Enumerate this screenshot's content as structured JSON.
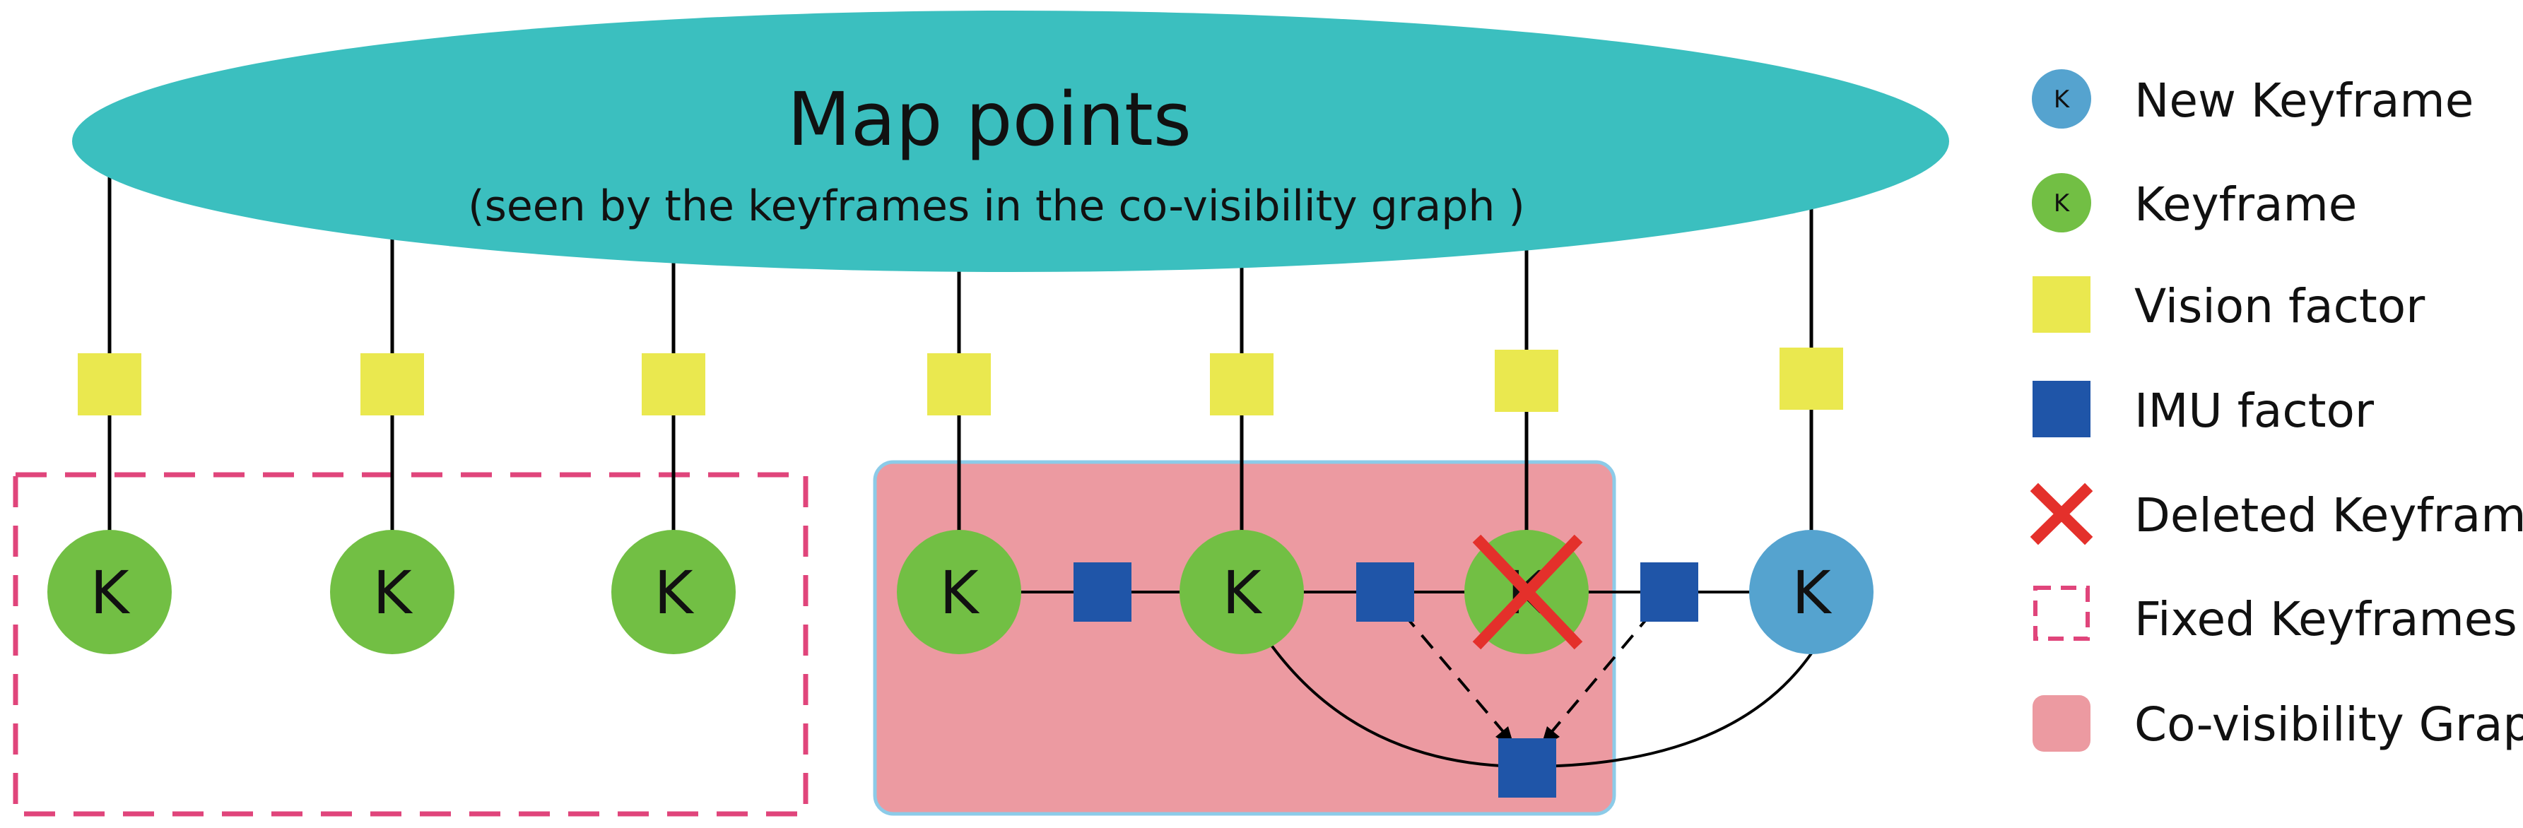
{
  "map_points": {
    "title": "Map points",
    "subtitle": "(seen by the keyframes in the co-visibility graph )",
    "color": "#3BBFBF"
  },
  "keyframes": [
    {
      "label": "K",
      "type": "keyframe",
      "fixed": true
    },
    {
      "label": "K",
      "type": "keyframe",
      "fixed": true
    },
    {
      "label": "K",
      "type": "keyframe",
      "fixed": true
    },
    {
      "label": "K",
      "type": "keyframe",
      "fixed": false
    },
    {
      "label": "K",
      "type": "keyframe",
      "fixed": false
    },
    {
      "label": "K",
      "type": "deleted",
      "fixed": false
    },
    {
      "label": "K",
      "type": "new",
      "fixed": false
    }
  ],
  "colors": {
    "new_keyframe": "#55A3CF",
    "keyframe": "#72BF44",
    "vision_factor": "#EAE84F",
    "imu_factor": "#1F55A8",
    "deleted_mark": "#E4302B",
    "fixed_border": "#E0457B",
    "covisibility": "#EC9AA1",
    "covisibility_border": "#8CCBE8",
    "line": "#000000"
  },
  "legend": [
    {
      "icon": "new-keyframe-icon",
      "glyph": "K",
      "label": "New Keyframe"
    },
    {
      "icon": "keyframe-icon",
      "glyph": "K",
      "label": "Keyframe"
    },
    {
      "icon": "vision-factor-icon",
      "glyph": "",
      "label": "Vision factor"
    },
    {
      "icon": "imu-factor-icon",
      "glyph": "",
      "label": "IMU factor"
    },
    {
      "icon": "deleted-keyframe-icon",
      "glyph": "",
      "label": "Deleted Keyframe"
    },
    {
      "icon": "fixed-keyframes-icon",
      "glyph": "",
      "label": "Fixed Keyframes"
    },
    {
      "icon": "covisibility-graph-icon",
      "glyph": "",
      "label": "Co-visibility Graph"
    }
  ]
}
